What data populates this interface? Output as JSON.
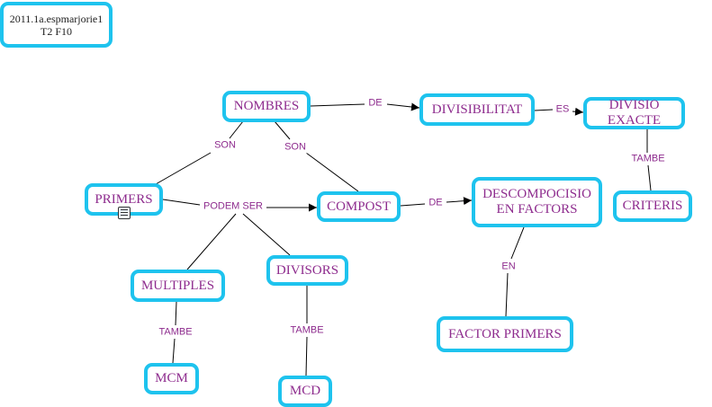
{
  "colors": {
    "node_border": "#1EC3EE",
    "node_text": "#8E2C8E",
    "line": "#000000"
  },
  "nodes": {
    "title": "2011.1a.espmarjorie1\nT2 F10",
    "nombres": "NOMBRES",
    "divisibilitat": "DIVISIBILITAT",
    "divisio_exacte": "DIVISIO EXACTE",
    "primers": "PRIMERS",
    "compost": "COMPOST",
    "descomposicio": "DESCOMPOCISIO\nEN FACTORS",
    "criteris": "CRITERIS",
    "multiples": "MULTIPLES",
    "divisors": "DIVISORS",
    "factor_primers": "FACTOR PRIMERS",
    "mcm": "MCM",
    "mcd": "MCD"
  },
  "links": {
    "de_1": "DE",
    "es": "ES",
    "son_1": "SON",
    "son_2": "SON",
    "tambe_1": "TAMBE",
    "podem_ser": "PODEM SER",
    "de_2": "DE",
    "en": "EN",
    "tambe_2": "TAMBE",
    "tambe_3": "TAMBE"
  },
  "icons": {
    "resource": "document-icon"
  }
}
